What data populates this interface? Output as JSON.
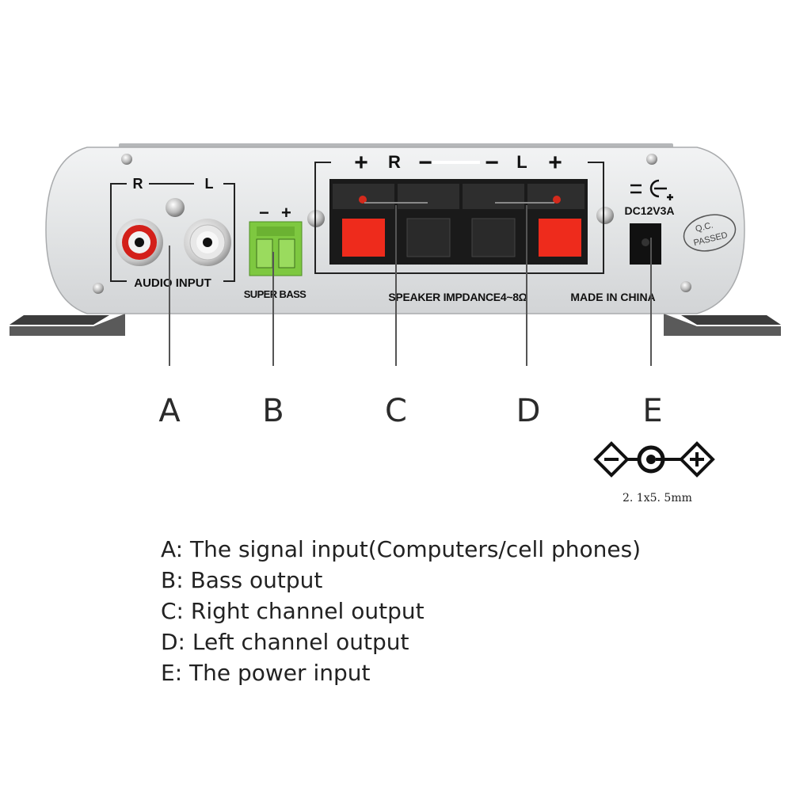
{
  "panel": {
    "rca_r": "R",
    "rca_l": "L",
    "audio_input": "AUDIO INPUT",
    "bass_minus": "−",
    "bass_plus": "+",
    "super_bass": "SUPER BASS",
    "right_plus": "+",
    "right_r": "R",
    "right_minus": "−",
    "left_minus": "−",
    "left_l": "L",
    "left_plus": "+",
    "speaker_impedance": "SPEAKER IMPDANCE4~8Ω",
    "made_in": "MADE IN CHINA",
    "dc_rating": "DC12V3A",
    "qc_line1": "Q.C.",
    "qc_line2": "PASSED"
  },
  "callouts": {
    "a": "A",
    "b": "B",
    "c": "C",
    "d": "D",
    "e": "E"
  },
  "plug_size": "2. 1x5. 5mm",
  "legend": [
    "A: The signal input(Computers/cell phones)",
    "B: Bass output",
    "C: Right channel output",
    "D: Left channel output",
    "E: The power input"
  ],
  "colors": {
    "rca_red": "#d3201a",
    "terminal_red": "#ee2b1c",
    "bass_green": "#7ec840",
    "panel_silver": "#e3e5e6"
  }
}
